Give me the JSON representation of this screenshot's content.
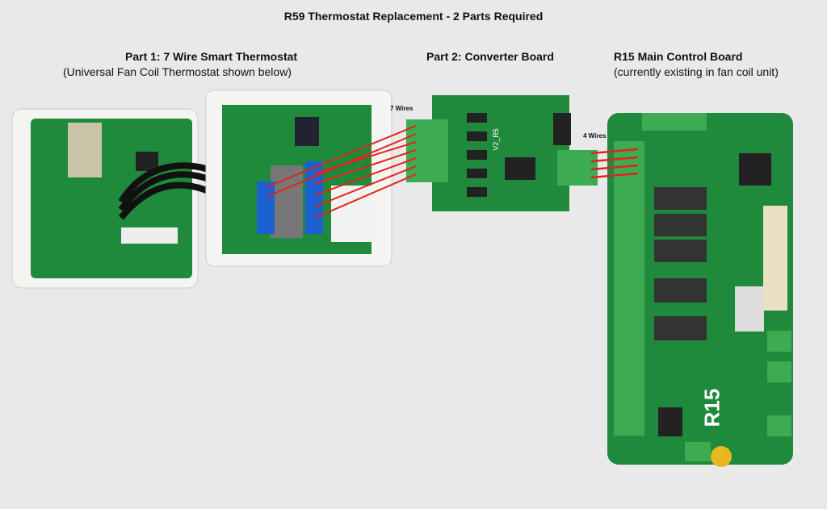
{
  "title": "R59 Thermostat Replacement - 2 Parts Required",
  "part1": {
    "heading": "Part 1: 7 Wire Smart Thermostat",
    "subtitle": "(Universal Fan Coil Thermostat shown below)"
  },
  "part2": {
    "heading": "Part 2: Converter Board"
  },
  "part3": {
    "heading": "R15 Main Control Board",
    "subtitle": "(currently existing in fan coil unit)"
  },
  "wires": {
    "seven": "7 Wires",
    "four": "4 Wires"
  },
  "board_text": {
    "r15": "R15",
    "converter": "V2_R5"
  },
  "colors": {
    "wire": "#e2231a",
    "pcb": "#1f8a3c",
    "connector": "#3cab52"
  }
}
